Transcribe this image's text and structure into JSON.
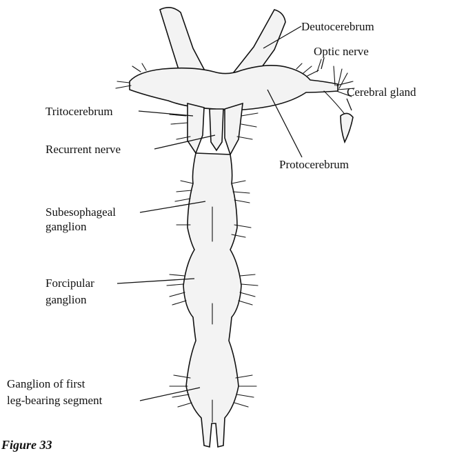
{
  "labels": {
    "deutocerebrum": "Deutocerebrum",
    "optic_nerve": "Optic nerve",
    "cerebral_gland": "Cerebral gland",
    "tritocerebrum": "Tritocerebrum",
    "recurrent_nerve": "Recurrent nerve",
    "protocerebrum": "Protocerebrum",
    "subesophageal_line1": "Subesophageal",
    "subesophageal_line2": "ganglion",
    "forcipular_line1": "Forcipular",
    "forcipular_line2": "ganglion",
    "first_leg_line1": "Ganglion of first",
    "first_leg_line2": "leg-bearing segment"
  },
  "caption": "Figure 33",
  "colors": {
    "ink": "#111111",
    "tissue": "#f3f3f3"
  }
}
